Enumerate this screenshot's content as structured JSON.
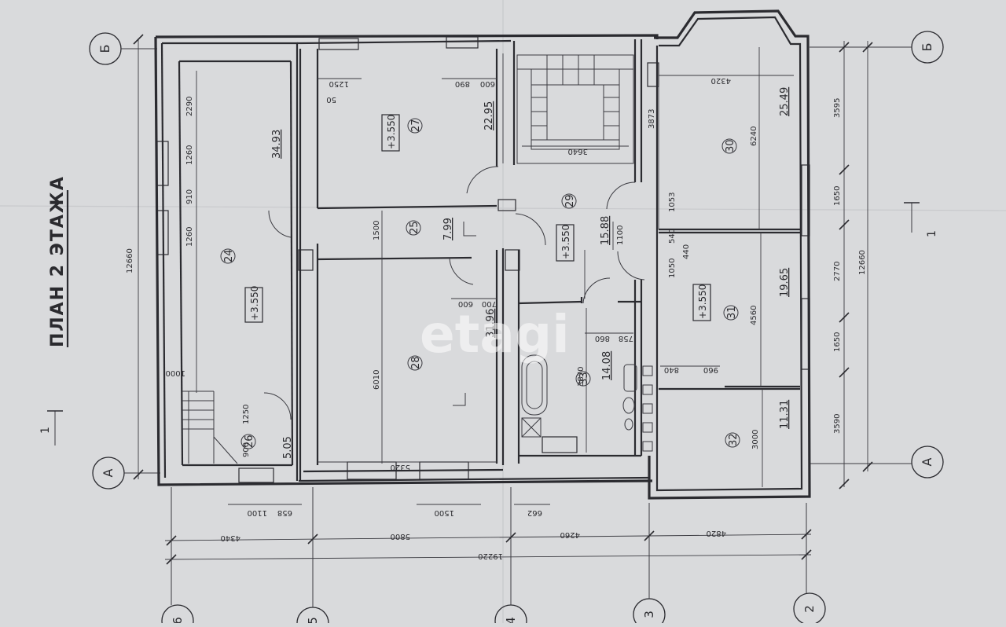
{
  "title": "ПЛАН 2 ЭТАЖА",
  "section_mark": "1",
  "axes": {
    "row_a": "А",
    "row_b": "Б",
    "col_6": "6",
    "col_5": "5",
    "col_4": "4",
    "col_3": "3",
    "col_2": "2"
  },
  "watermark": "etagi",
  "level": "+3.550",
  "rooms": [
    {
      "number": "24",
      "area": "34.93"
    },
    {
      "number": "25",
      "area": "7.99"
    },
    {
      "number": "26",
      "area": "5.05"
    },
    {
      "number": "27",
      "area": "22.95"
    },
    {
      "number": "28",
      "area": "31.96"
    },
    {
      "number": "29",
      "area": "15.88"
    },
    {
      "number": "30",
      "area": "25.49"
    },
    {
      "number": "31",
      "area": "19.65"
    },
    {
      "number": "32",
      "area": "11.31"
    },
    {
      "number": "33",
      "area": "14.08"
    }
  ],
  "dimensions": {
    "overall_left": "12660",
    "overall_right": "12660",
    "overall_bottom": "19220",
    "bottom_chain": [
      "4340",
      "5800",
      "4260",
      "4820"
    ],
    "bottom_small": [
      "1100",
      "658",
      "1500",
      "662"
    ],
    "left_inner": [
      "2290",
      "1260",
      "910",
      "1260",
      "1000",
      "1250",
      "900"
    ],
    "right_chain": [
      "3595",
      "1650",
      "2770",
      "1650",
      "3590"
    ],
    "right_inner": [
      "3873",
      "1053",
      "540",
      "440",
      "1050",
      "960",
      "840"
    ],
    "r27": [
      "1250",
      "50",
      "600",
      "890"
    ],
    "r25": [
      "1500"
    ],
    "r28": [
      "6010",
      "5320",
      "600",
      "700"
    ],
    "r29": [
      "3640",
      "1100"
    ],
    "r30": [
      "4320",
      "6240"
    ],
    "r31": [
      "4560"
    ],
    "r32": [
      "3000"
    ],
    "r33": [
      "3870",
      "758",
      "860"
    ]
  }
}
